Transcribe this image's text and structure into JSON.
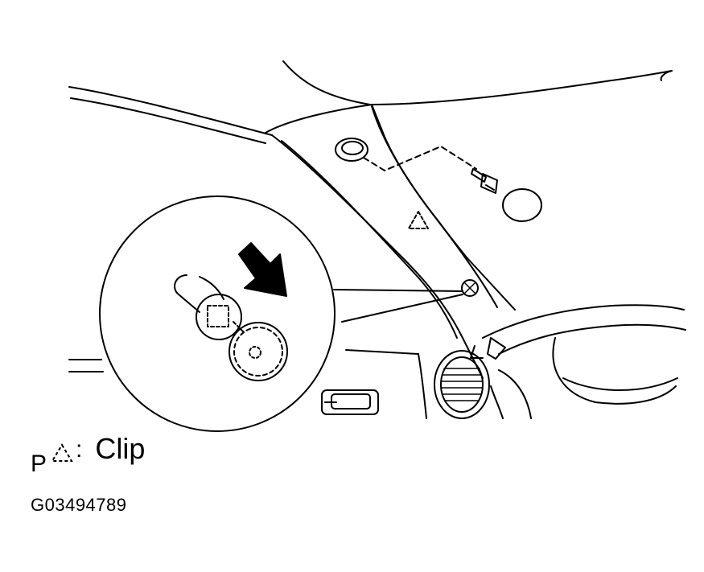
{
  "legend": {
    "marker": "P",
    "symbol_icon": "dashed-triangle-icon",
    "colon": ":",
    "label": "Clip"
  },
  "figure_code": "G03494789",
  "colors": {
    "line": "#000000",
    "background": "#ffffff"
  }
}
